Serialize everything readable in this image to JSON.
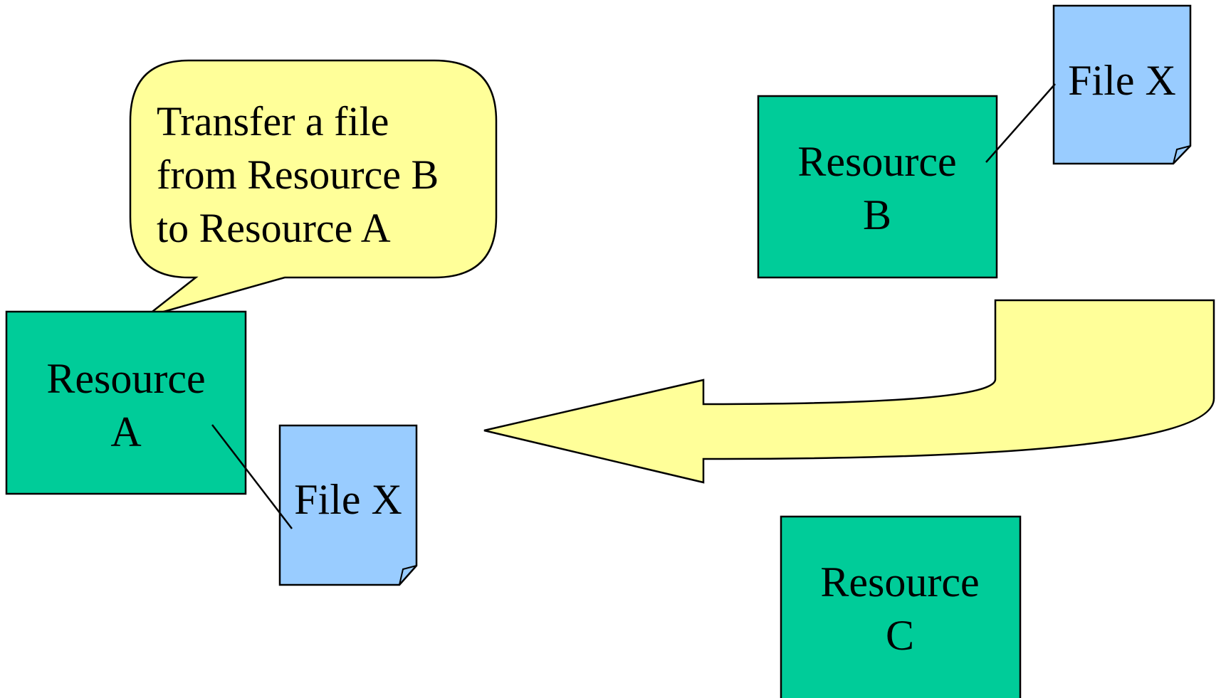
{
  "colors": {
    "resource_fill": "#00CC99",
    "file_fill": "#99CCFF",
    "callout_fill": "#FFFF99",
    "arrow_fill": "#FFFF99",
    "stroke": "#000000"
  },
  "callout": {
    "lines": [
      "Transfer a file",
      "from Resource B",
      "to Resource A"
    ]
  },
  "resource_a": {
    "line1": "Resource",
    "line2": "A"
  },
  "resource_b": {
    "line1": "Resource",
    "line2": "B"
  },
  "resource_c": {
    "line1": "Resource",
    "line2": "C"
  },
  "file_a": {
    "label": "File X"
  },
  "file_b": {
    "label": "File X"
  }
}
